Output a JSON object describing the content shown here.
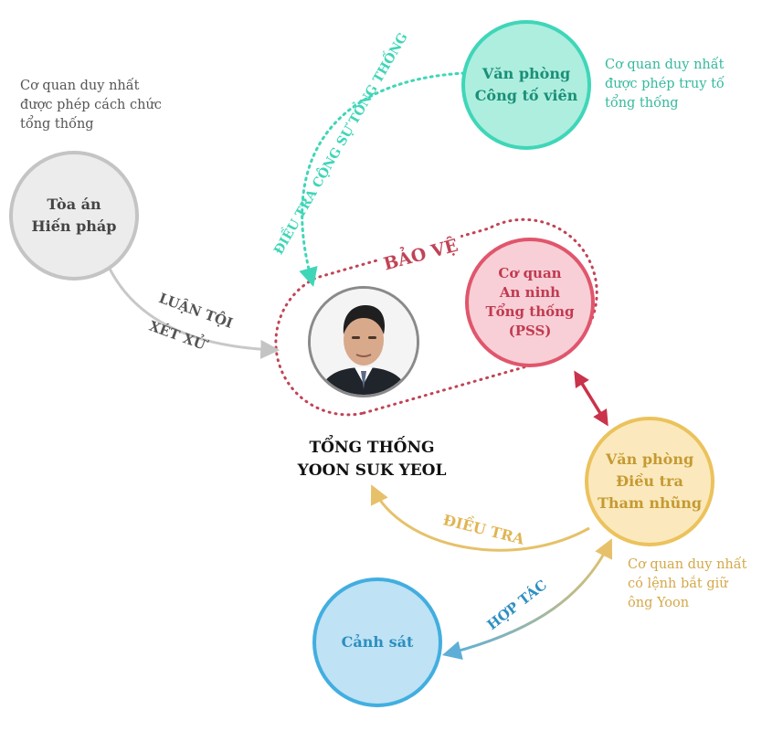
{
  "notes": {
    "court": "Cơ quan duy nhất\nđược phép cách chức\ntổng thống",
    "prosecutor": "Cơ quan duy nhất\nđược phép truy tố\ntổng thống",
    "cio": "Cơ quan duy nhất\ncó lệnh bắt giữ\nông Yoon"
  },
  "nodes": {
    "court": "Tòa án\nHiến pháp",
    "prosecutor": "Văn phòng\nCông tố viên",
    "pss": "Cơ quan\nAn ninh\nTổng thống\n(PSS)",
    "cio": "Văn phòng\nĐiều tra\nTham nhũng",
    "police": "Cảnh sát",
    "president": "TỔNG THỐNG\nYOON SUK YEOL"
  },
  "links": {
    "investigate_aides": "ĐIỀU TRA CỘNG SỰ TỔNG THỐNG",
    "impeach": "LUẬN TỘI",
    "trial": "XÉT XỬ",
    "protect": "BẢO VỆ",
    "investigate": "ĐIỀU TRA",
    "cooperate": "HỢP TÁC"
  },
  "colors": {
    "court": "#bdbdbd",
    "prosecutor": "#3fd6b8",
    "pss": "#d9475e",
    "cio": "#ebc25c",
    "police": "#42aee0",
    "protect": "#c04456",
    "court_text": "#555555",
    "cio_text": "#d4a84a"
  }
}
